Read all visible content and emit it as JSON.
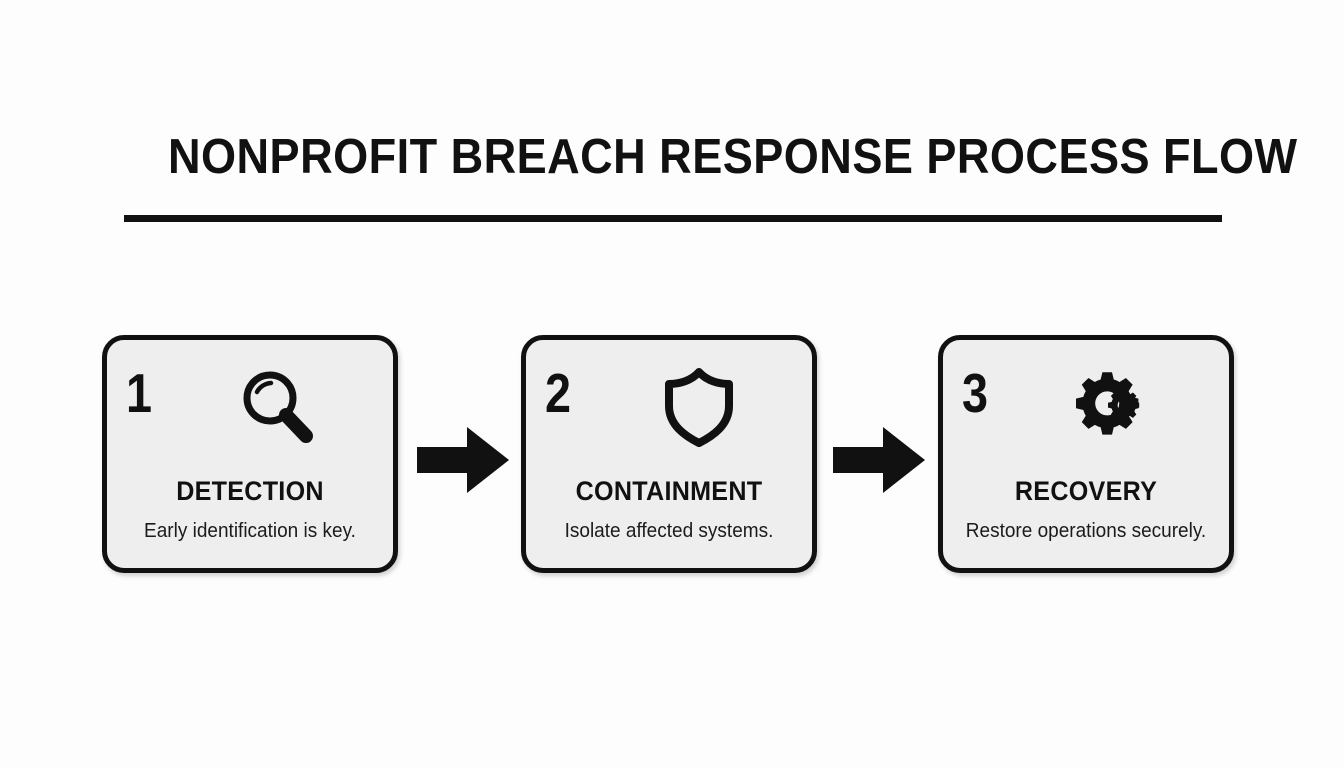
{
  "header": {
    "title": "NONPROFIT BREACH RESPONSE PROCESS FLOW",
    "rule_color": "#111111"
  },
  "theme": {
    "background": "#fdfdfd",
    "card_fill": "#eeeeef",
    "outline": "#111111",
    "text": "#111111"
  },
  "flow": {
    "connector_label": "arrow-right",
    "steps": [
      {
        "number": "1",
        "icon": "magnifier-icon",
        "title": "DETECTION",
        "caption": "Early identification is key."
      },
      {
        "number": "2",
        "icon": "shield-icon",
        "title": "CONTAINMENT",
        "caption": "Isolate affected systems."
      },
      {
        "number": "3",
        "icon": "gears-icon",
        "title": "RECOVERY",
        "caption": "Restore operations securely."
      }
    ]
  }
}
